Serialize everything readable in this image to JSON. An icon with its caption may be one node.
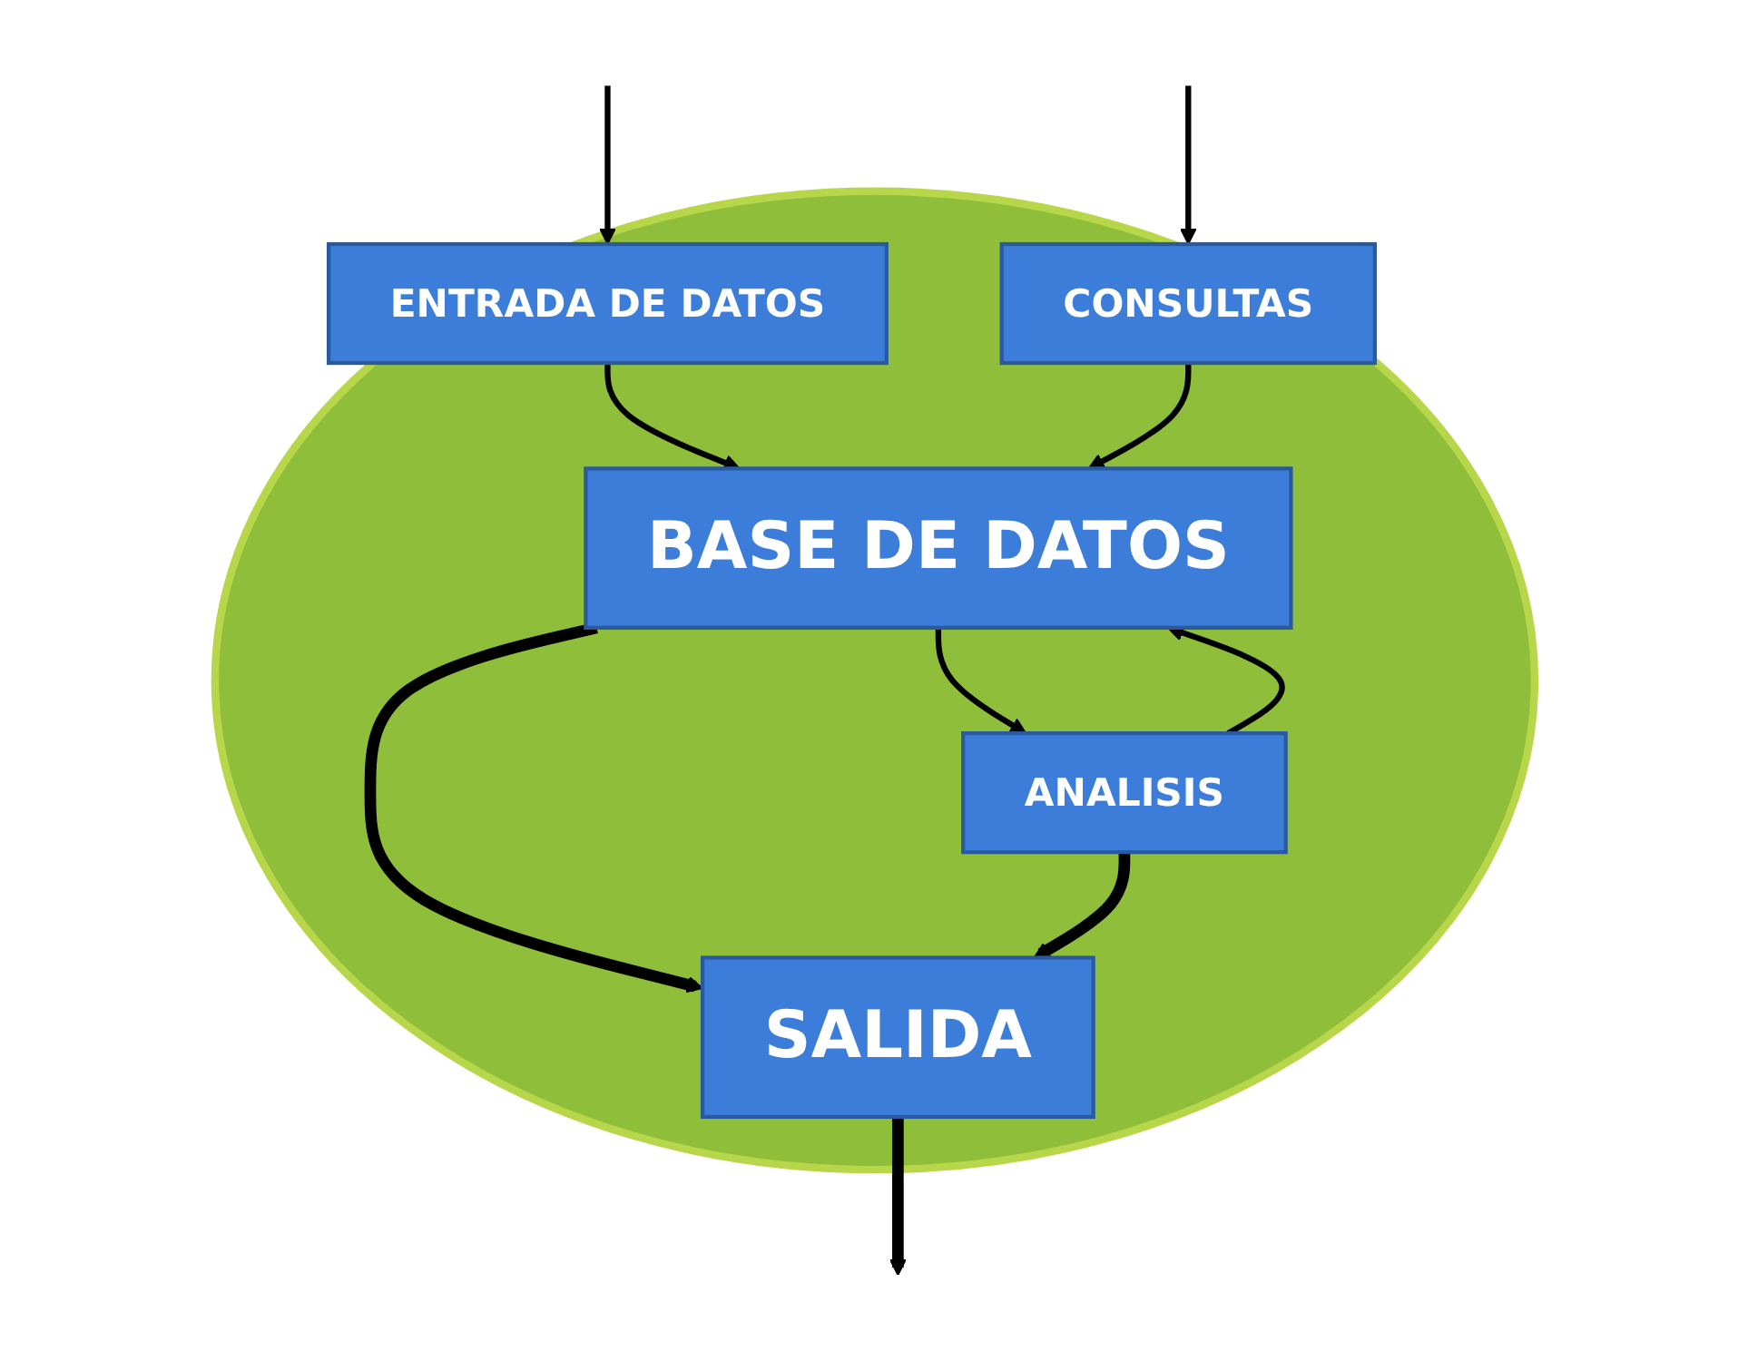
{
  "diagram": {
    "nodes": [
      {
        "text": [],
        "shape": "ellipse"
      },
      {
        "text": [
          "ENTRADA DE DATOS"
        ],
        "in": 0
      },
      {
        "text": [
          "CONSULTAS"
        ],
        "in": 0
      },
      {
        "text": [
          "BASE DE DATOS"
        ],
        "in": 0
      },
      {
        "text": [
          "ANALISIS"
        ],
        "in": 0
      },
      {
        "text": [
          "SALIDA"
        ],
        "in": 0
      }
    ],
    "edges": [
      {
        "from": null,
        "to": 1,
        "arrow": "to"
      },
      {
        "from": 1,
        "to": 3,
        "arrow": "to"
      },
      {
        "from": null,
        "to": 2,
        "arrow": "to"
      },
      {
        "from": 2,
        "to": 3,
        "arrow": "to"
      },
      {
        "from": 3,
        "to": 4,
        "arrow": "to"
      },
      {
        "from": 4,
        "to": 3,
        "arrow": "to"
      },
      {
        "from": 3,
        "to": 5,
        "arrow": "to",
        "style": "thick"
      },
      {
        "from": 4,
        "to": 5,
        "arrow": "to",
        "style": "thick"
      },
      {
        "from": 5,
        "to": null,
        "arrow": "to",
        "style": "thick"
      }
    ]
  }
}
